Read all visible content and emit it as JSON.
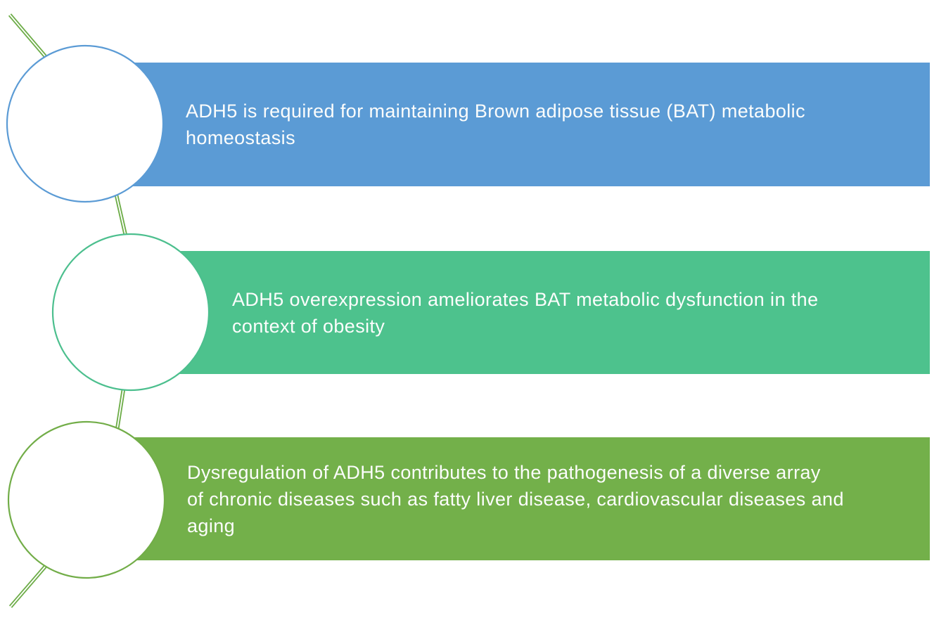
{
  "diagram": {
    "background": "#ffffff",
    "text_color": "#fcfdfc",
    "connector": {
      "color": "#6ead49",
      "gap_color": "#ffffff"
    },
    "bars": [
      {
        "color": "#5b9bd5",
        "lines": [
          "ADH5 is required for maintaining Brown adipose tissue (BAT) metabolic",
          "homeostasis"
        ]
      },
      {
        "color": "#4dc28d",
        "lines": [
          "ADH5 overexpression ameliorates BAT metabolic dysfunction in the",
          "context of obesity"
        ]
      },
      {
        "color": "#73b04a",
        "lines": [
          "Dysregulation of ADH5 contributes to the pathogenesis of a diverse array",
          "of chronic diseases such as fatty liver disease, cardiovascular diseases and",
          "aging"
        ]
      }
    ],
    "circles": [
      {
        "stroke": "#5b9bd5"
      },
      {
        "stroke": "#4cbf8e"
      },
      {
        "stroke": "#72ad48"
      }
    ]
  }
}
